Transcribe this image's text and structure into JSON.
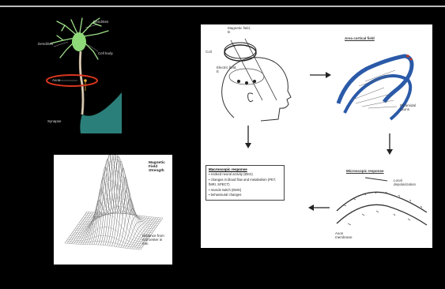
{
  "neuron": {
    "labels": {
      "dendrites_top": "Dendrites",
      "dendrites_left": "Dendrites",
      "cell_body": "Cell body",
      "axon": "Axon",
      "synapse": "Synapse"
    },
    "colors": {
      "cell": "#9fe28a",
      "highlight_ellipse": "#d8351f"
    }
  },
  "field3d": {
    "title": "Magnetic Field Strength",
    "axis_label": "Distance from coil center in mm"
  },
  "main": {
    "step1_labels": {
      "magnetic_field": "Magnetic field, B",
      "coil": "Coil",
      "electric_field": "Electric field, E"
    },
    "step2_title": "Area cortical field",
    "step2_label": "Pyramidal axons",
    "step3_title": "Microscopic response",
    "step3_labels": {
      "local": "Local depolarization",
      "axon": "Axon membrane"
    },
    "effects": {
      "title": "Macroscopic response",
      "items": [
        "evoked neural activity (EEG)",
        "changes in blood flow and metabolism (PET, fMRI, SPECT)",
        "muscle twitch (EMG)",
        "behavioural changes"
      ]
    },
    "colors": {
      "cortex": "#2a5aa8"
    }
  }
}
